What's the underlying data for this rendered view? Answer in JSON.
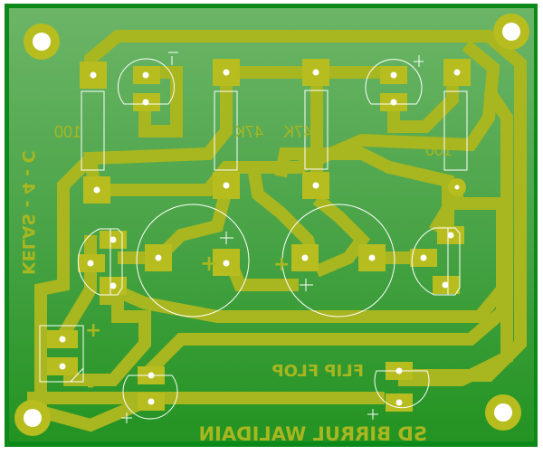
{
  "board": {
    "title": "FLIP FLOP",
    "author": "SD BIRRUL WALIDAIN",
    "class": "KELAS - 4 - C",
    "colors": {
      "border": "#0b8a1a",
      "substrate_top": "#6cb567",
      "substrate_bottom": "#2a9a2a",
      "copper": "#a8b61f",
      "pad": "#b7bd1e",
      "silkscreen": "#ffffff",
      "drill": "#ffffff"
    }
  },
  "labels": {
    "r1": "100",
    "r2": "47K",
    "r3": "47K",
    "r4": "100",
    "plus": "+",
    "minus": "-",
    "class_text": "KELAS - 4 - C",
    "title_text": "FLIP FLOP",
    "author_text": "SD BIRRUL WALIDAIN"
  }
}
